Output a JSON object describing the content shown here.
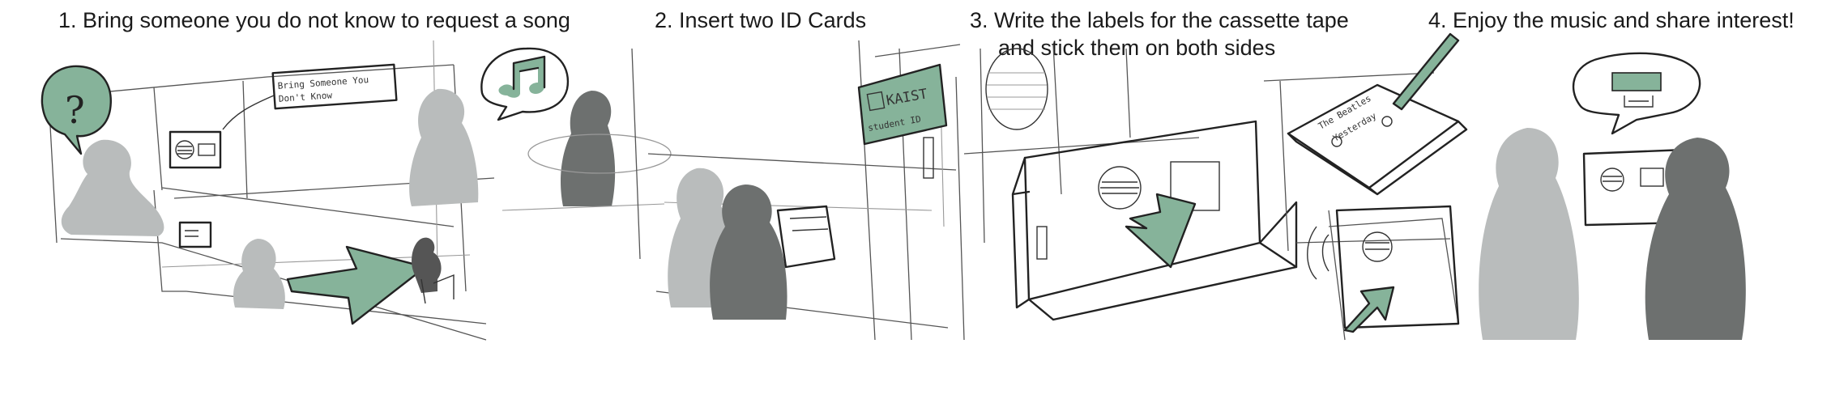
{
  "captions": {
    "step1": "1. Bring someone you do not know to request a song",
    "step2": "2. Insert two ID Cards",
    "step3_line1": "3.  Write the labels for the cassette tape",
    "step3_line2": "and stick them on both sides",
    "step4": "4. Enjoy the music and share interest!"
  },
  "sketch_text": {
    "sign_line1": "Bring Someone You",
    "sign_line2": "Don't Know",
    "id_card_line1": "KAIST",
    "id_card_line2": "student ID",
    "cassette_line1": "The Beatles",
    "cassette_line2": "Yesterday"
  },
  "colors": {
    "accent_green": "#86b39a",
    "light_figure": "#b9bcbc",
    "dark_figure": "#6d706f"
  }
}
